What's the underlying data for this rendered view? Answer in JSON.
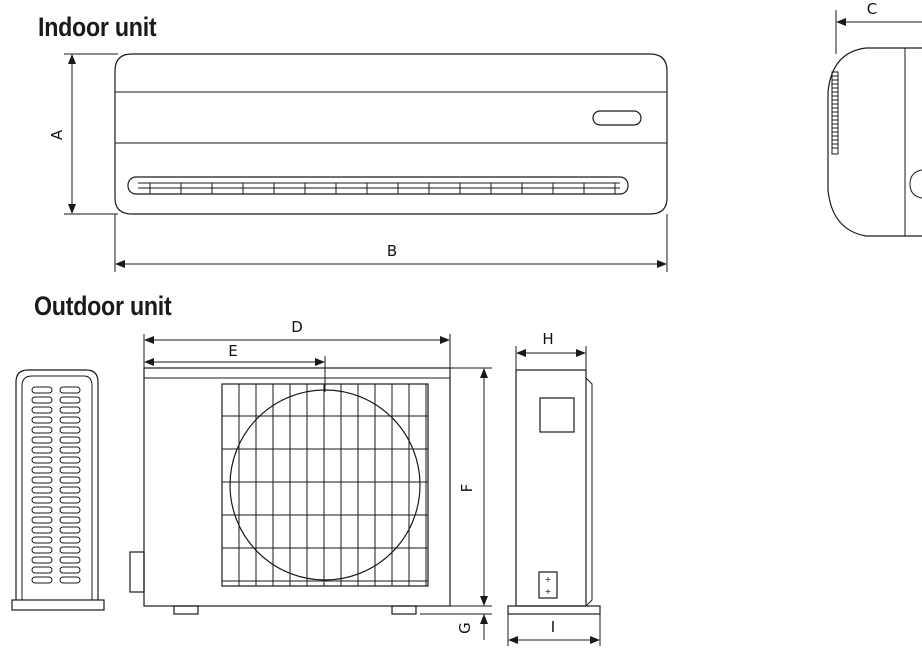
{
  "sections": {
    "indoor_title": "Indoor unit",
    "outdoor_title": "Outdoor unit"
  },
  "dimensions": {
    "A": "A",
    "B": "B",
    "C": "C",
    "D": "D",
    "E": "E",
    "F": "F",
    "G": "G",
    "H": "H",
    "I": "I"
  },
  "colors": {
    "line": "#1a1a1a",
    "background": "#ffffff"
  }
}
